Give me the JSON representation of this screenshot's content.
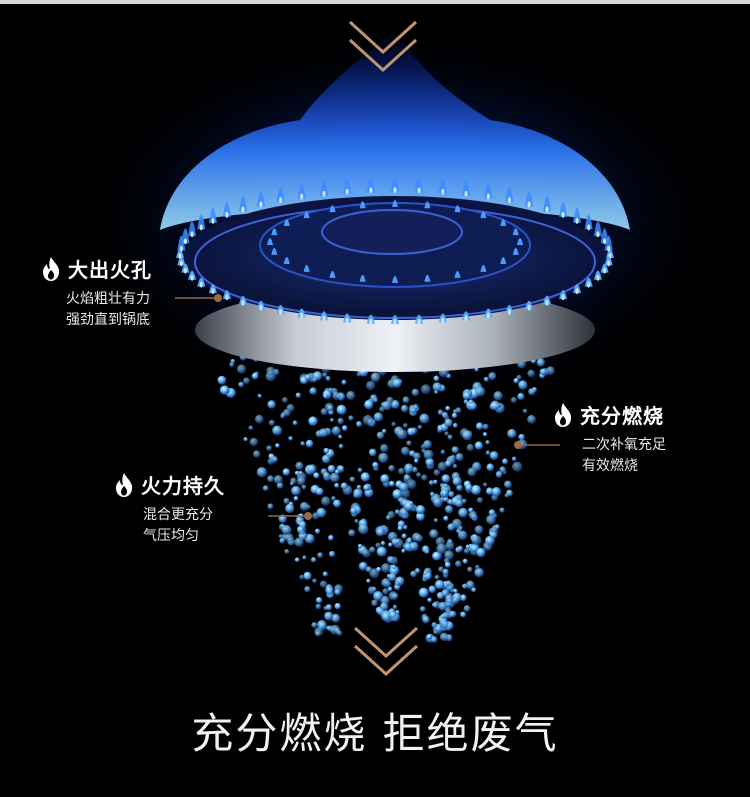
{
  "features": {
    "big_fire_holes": {
      "title": "大出火孔",
      "lines": [
        "火焰粗壮有力",
        "强劲直到锅底"
      ],
      "icon": "flame-icon"
    },
    "full_combustion": {
      "title": "充分燃烧",
      "lines": [
        "二次补氧充足",
        "有效燃烧"
      ],
      "icon": "flame-icon"
    },
    "lasting_fire": {
      "title": "火力持久",
      "lines": [
        "混合更充分",
        "气压均匀"
      ],
      "icon": "flame-icon"
    }
  },
  "slogan": "充分燃烧 拒绝废气",
  "colors": {
    "flame_blue": "#1e6bff",
    "flame_core": "#7fd0ff",
    "accent_chevron": "#c09470",
    "callout_dot": "#9a6a4a"
  }
}
